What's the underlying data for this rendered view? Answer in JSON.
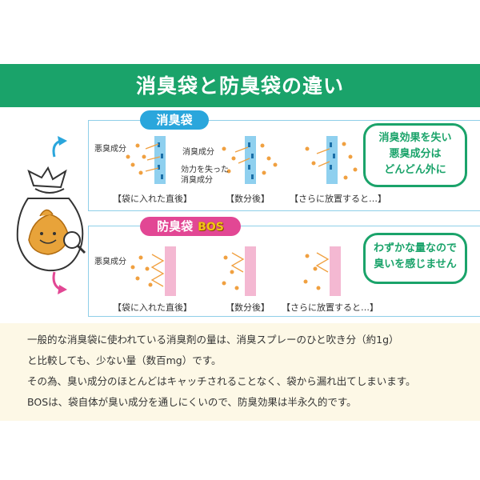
{
  "title": "消臭袋と防臭袋の違い",
  "deodorant": {
    "label": "消臭袋",
    "note_left": "悪臭成分",
    "note_top": "消臭成分",
    "note_mid1": "効力を失った",
    "note_mid2": "消臭成分",
    "captions": [
      "【袋に入れた直後】",
      "【数分後】",
      "【さらに放置すると…】"
    ],
    "callout": [
      "消臭効果を失い",
      "悪臭成分は",
      "どんどん外に"
    ]
  },
  "odorproof": {
    "label": "防臭袋",
    "logo": "BOS",
    "note_left": "悪臭成分",
    "captions": [
      "【袋に入れた直後】",
      "【数分後】",
      "【さらに放置すると…】"
    ],
    "callout": [
      "わずかな量なので",
      "臭いを感じません"
    ]
  },
  "paragraph": [
    "一般的な消臭袋に使われている消臭剤の量は、消臭スプレーのひと吹き分（約1g）",
    "と比較しても、少ない量（数百mg）です。",
    "その為、臭い成分のほとんどはキャッチされることなく、袋から漏れ出てしまいます。",
    "BOSは、袋自体が臭い成分を通しにくいので、防臭効果は半永久的です。"
  ],
  "colors": {
    "green": "#1aa36a",
    "blue": "#2aa6dc",
    "pink": "#e24794",
    "orange": "#f0a040"
  }
}
